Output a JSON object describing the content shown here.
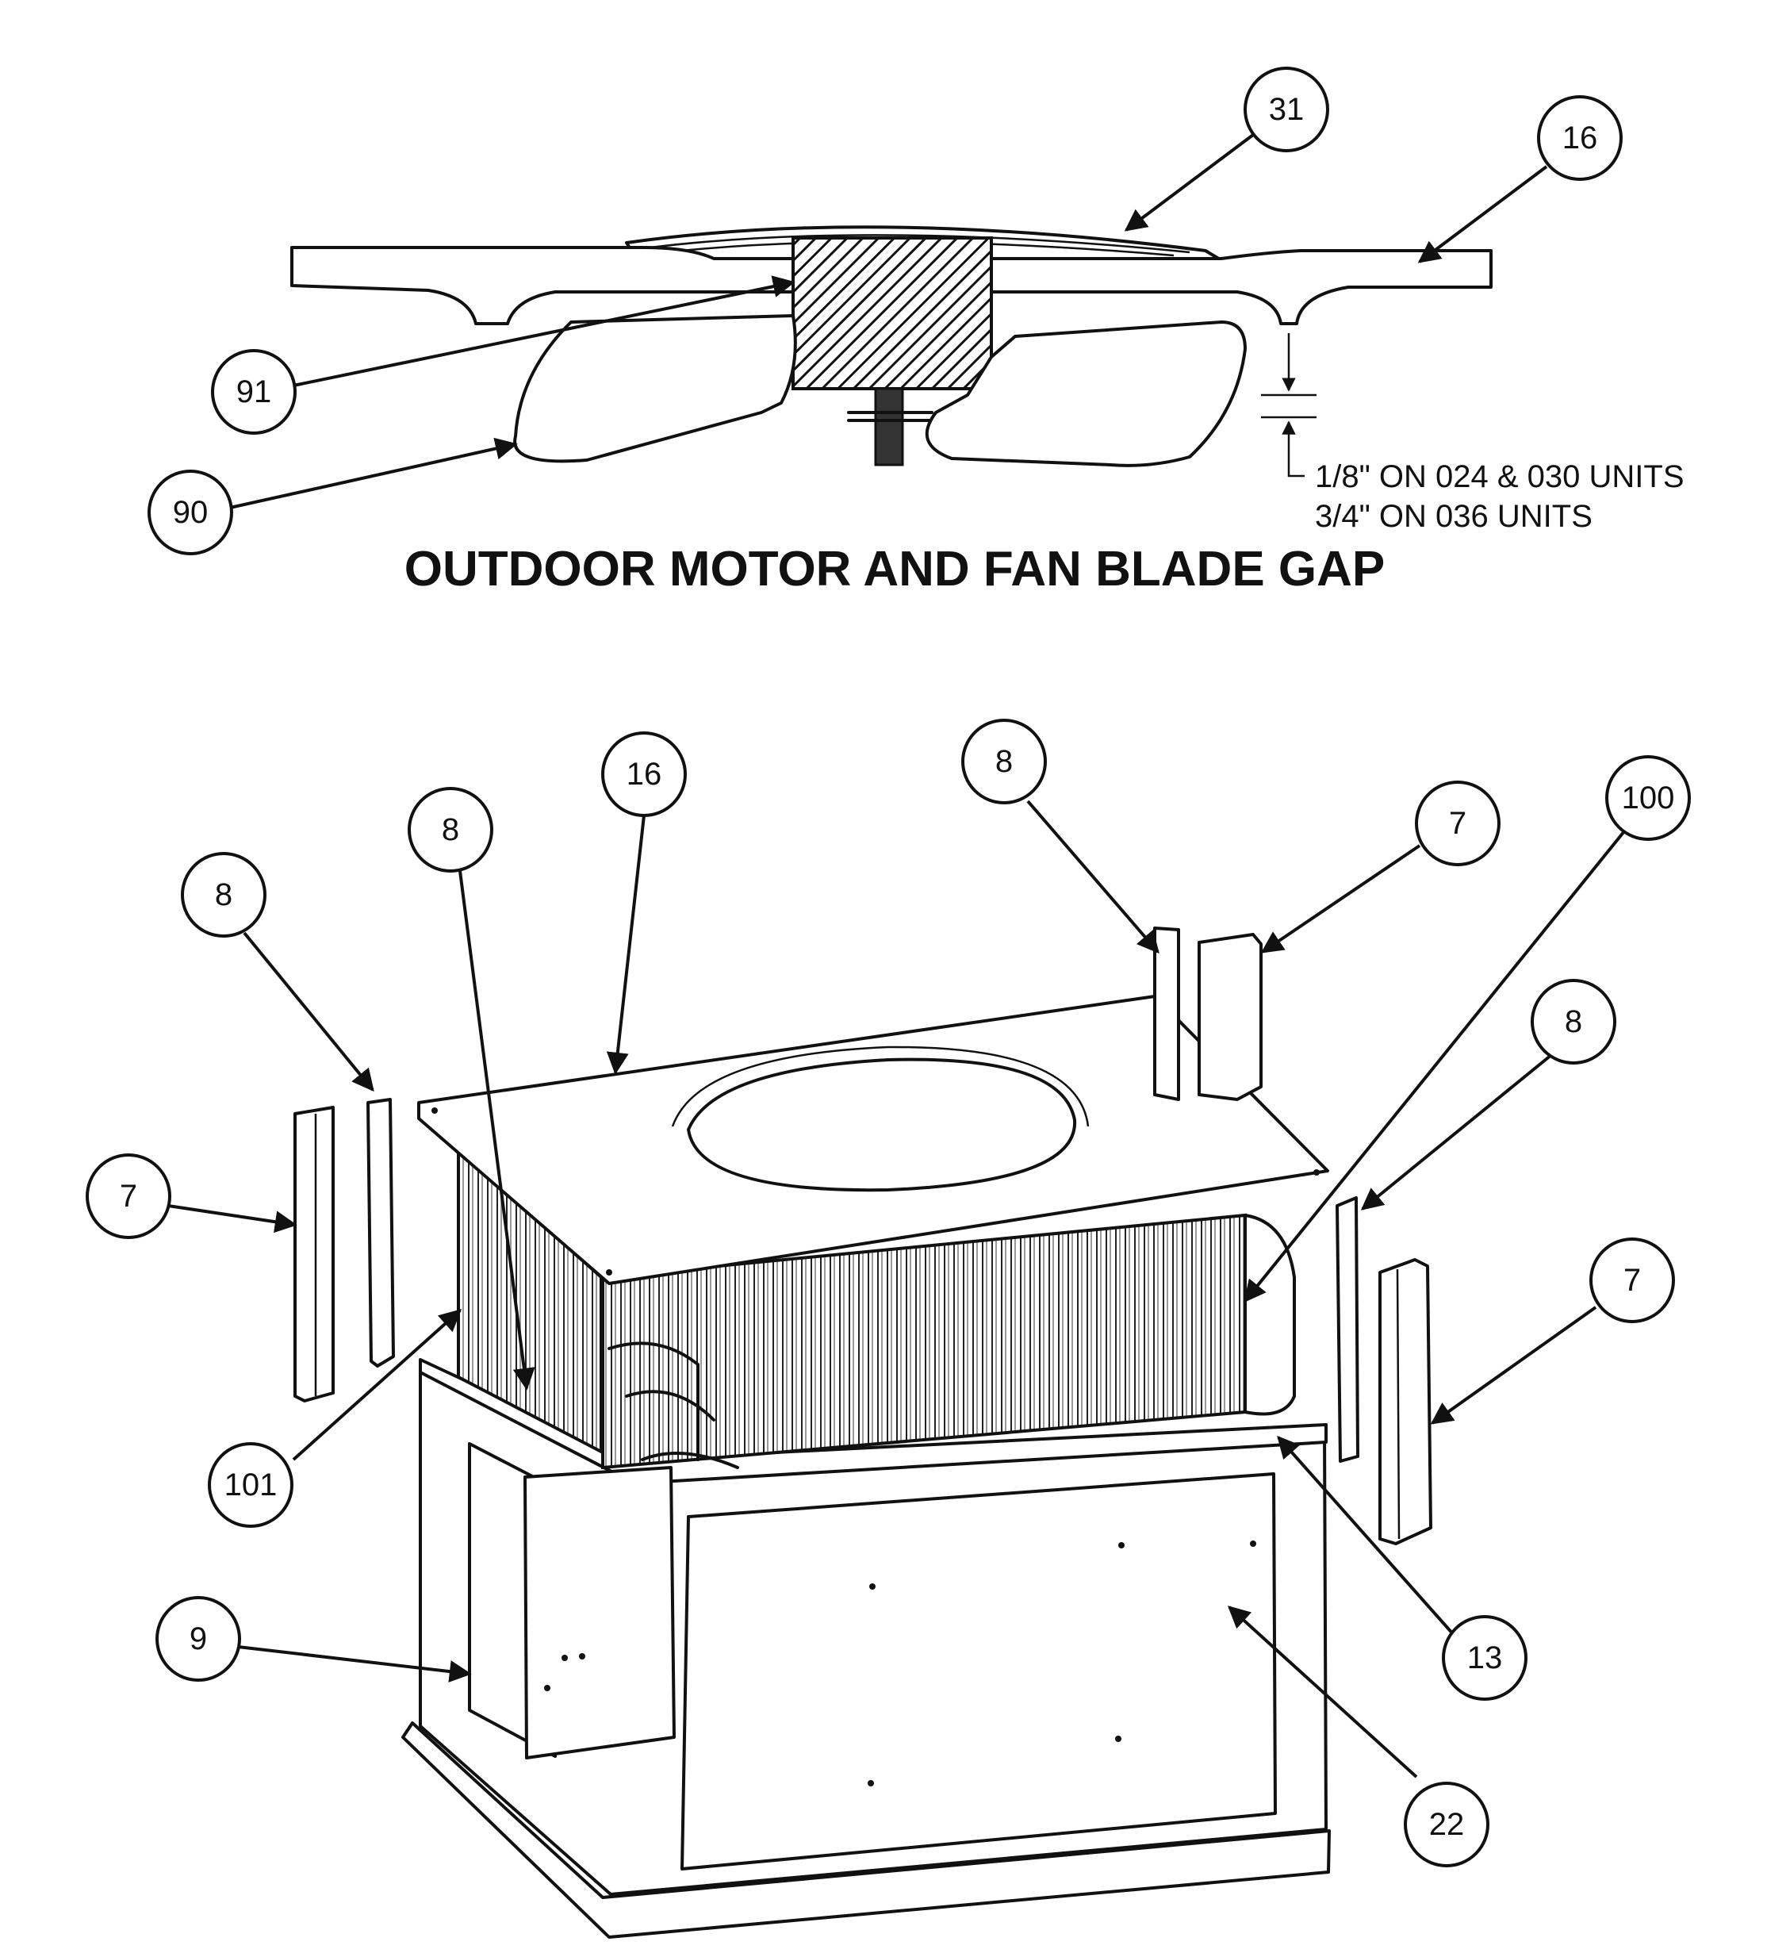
{
  "detail_title": "OUTDOOR MOTOR AND FAN BLADE GAP",
  "gap_note": {
    "line1": "1/8\" ON 024 & 030 UNITS",
    "line2": "3/4\" ON 036 UNITS"
  },
  "callouts": {
    "c31": "31",
    "c16_top": "16",
    "c91": "91",
    "c90": "90",
    "c16_main": "16",
    "c8_a": "8",
    "c8_b": "8",
    "c8_c": "8",
    "c8_d": "8",
    "c7_a": "7",
    "c7_b": "7",
    "c7_c": "7",
    "c100": "100",
    "c101": "101",
    "c9": "9",
    "c13": "13",
    "c22": "22"
  }
}
